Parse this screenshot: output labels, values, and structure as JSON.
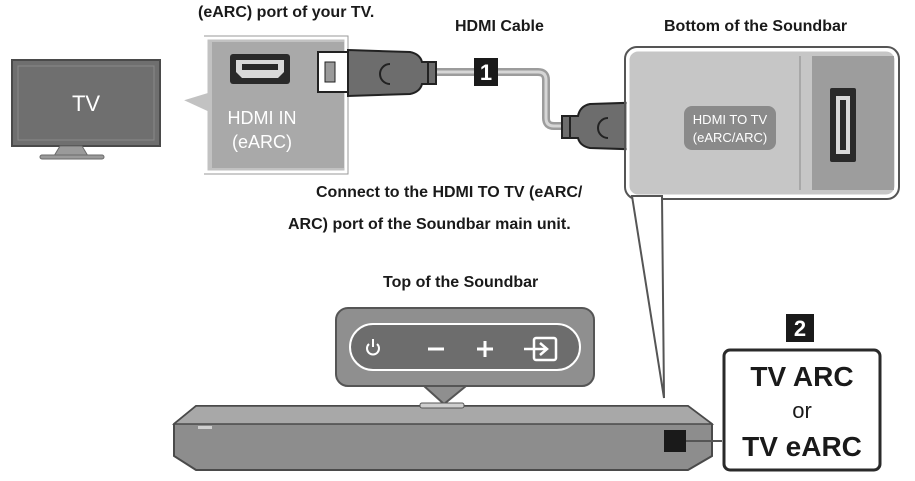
{
  "captions": {
    "tv_port_note": "(eARC) port of your TV.",
    "hdmi_cable": "HDMI Cable",
    "soundbar_bottom": "Bottom of the Soundbar",
    "connect_line1": "Connect to the HDMI TO TV (eARC/",
    "connect_line2": "ARC) port of the Soundbar main unit.",
    "soundbar_top": "Top of the Soundbar"
  },
  "tv": {
    "label": "TV"
  },
  "tv_port": {
    "line1": "HDMI IN",
    "line2": "(eARC)"
  },
  "soundbar_port": {
    "line1": "HDMI TO TV",
    "line2": "(eARC/ARC)"
  },
  "steps": {
    "step1": "1",
    "step2": "2"
  },
  "result": {
    "line1": "TV ARC",
    "line2": "or",
    "line3": "TV eARC"
  },
  "controls": [
    "power-icon",
    "minus-icon",
    "plus-icon",
    "source-icon"
  ],
  "colors": {
    "panel": "#c9c9c9",
    "tv_body": "#6f6f6f",
    "cable": "#b0b0b0",
    "soundbar": "#8d8d8d",
    "dark": "#1a1a1a"
  }
}
